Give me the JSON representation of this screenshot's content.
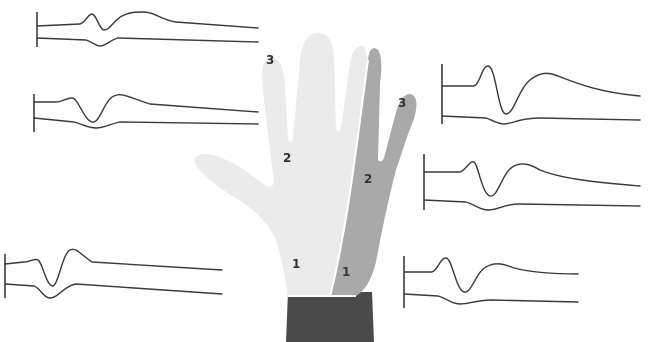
{
  "figure": {
    "zone_labels": {
      "left_distal": "3",
      "left_middle": "2",
      "left_proximal": "1",
      "right_distal": "3",
      "right_middle": "2",
      "right_proximal": "1"
    },
    "colors": {
      "light_zone": "#ebebeb",
      "dark_zone": "#a9a9a9",
      "wrist": "#4a4a4a",
      "trace": "#3a3a3a"
    },
    "left_traces": [
      "trace-top-left",
      "trace-middle-left",
      "trace-bottom-left"
    ],
    "right_traces": [
      "trace-top-right",
      "trace-middle-right",
      "trace-bottom-right"
    ]
  }
}
